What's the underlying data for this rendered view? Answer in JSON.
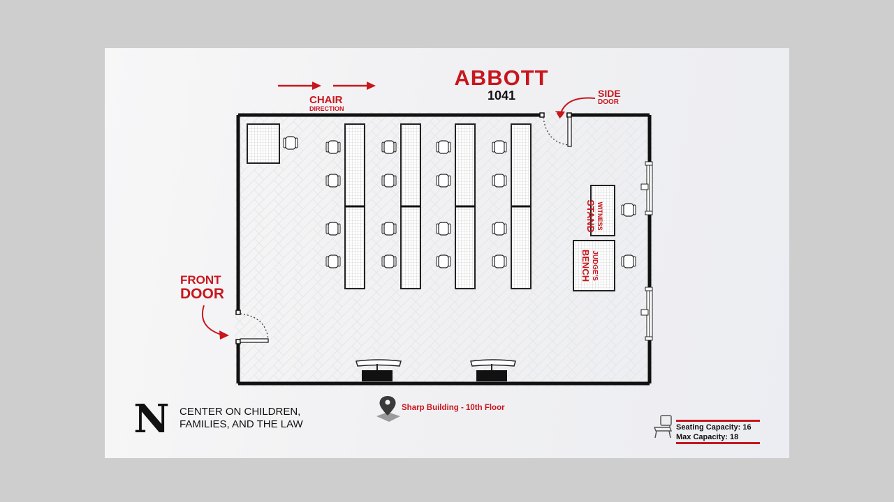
{
  "room": {
    "name": "ABBOTT",
    "number": "1041"
  },
  "labels": {
    "chair": "CHAIR",
    "direction": "DIRECTION",
    "side": "SIDE",
    "side_door": "DOOR",
    "front": "FRONT",
    "front_door": "DOOR",
    "witness_1": "WITNESS",
    "witness_2": "STAND",
    "judge_1": "JUDGE'S",
    "judge_2": "BENCH"
  },
  "location": "Sharp Building - 10th Floor",
  "org": {
    "logo_letter": "N",
    "line1": "CENTER ON CHILDREN,",
    "line2": "FAMILIES, AND THE LAW"
  },
  "capacity": {
    "seating": "Seating Capacity: 16",
    "max": "Max Capacity: 18"
  },
  "colors": {
    "accent": "#c8161d",
    "wall": "#111111",
    "background": "#f3f3f5"
  },
  "icons": [
    "arrow-right-icon",
    "curved-arrow-icon",
    "chair-icon",
    "map-pin-icon",
    "nebraska-n-logo"
  ]
}
